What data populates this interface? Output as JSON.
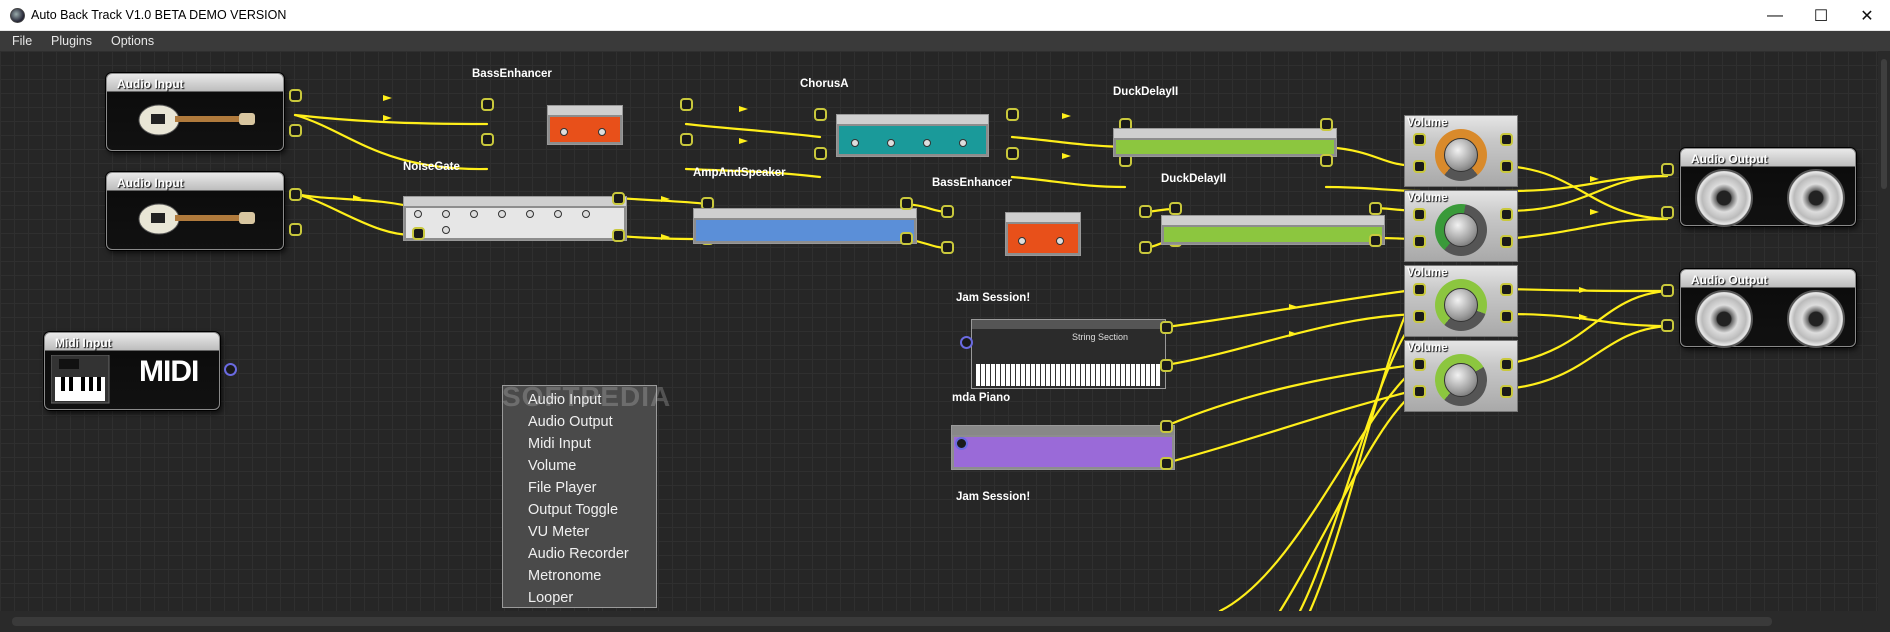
{
  "window": {
    "title": "Auto Back Track V1.0 BETA DEMO VERSION",
    "minimize": "—",
    "maximize": "☐",
    "close": "✕"
  },
  "menubar": [
    "File",
    "Plugins",
    "Options"
  ],
  "modules": {
    "audio_input_1": "Audio Input",
    "audio_input_2": "Audio Input",
    "midi_input": "Midi Input",
    "midi_logo": "MIDI",
    "audio_output_1": "Audio Output",
    "audio_output_2": "Audio Output"
  },
  "plugins": {
    "bass_enhancer_1": "BassEnhancer",
    "chorus_a": "ChorusA",
    "duck_delay_1": "DuckDelayII",
    "noise_gate": "NoiseGate",
    "amp_and_speaker": "AmpAndSpeaker",
    "bass_enhancer_2": "BassEnhancer",
    "duck_delay_2": "DuckDelayII",
    "jam_session_1": "Jam Session!",
    "string_section": "String Section",
    "mda_piano": "mda Piano",
    "jam_session_2": "Jam Session!"
  },
  "volumes": [
    "Volume",
    "Volume",
    "Volume",
    "Volume"
  ],
  "context_menu": {
    "items": [
      "Audio Input",
      "Audio Output",
      "Midi Input",
      "Volume",
      "File Player",
      "Output Toggle",
      "VU Meter",
      "Audio Recorder",
      "Metronome",
      "Looper"
    ]
  },
  "watermark": "SOFTPEDIA",
  "colors": {
    "wire": "#ffef1a",
    "canvas_bg": "#262626",
    "bass_enhancer": "#e8501a",
    "chorus": "#1a9a9a",
    "duck_delay": "#8cc63f",
    "amp": "#5b8fd8",
    "piano": "#9a6ad8"
  }
}
